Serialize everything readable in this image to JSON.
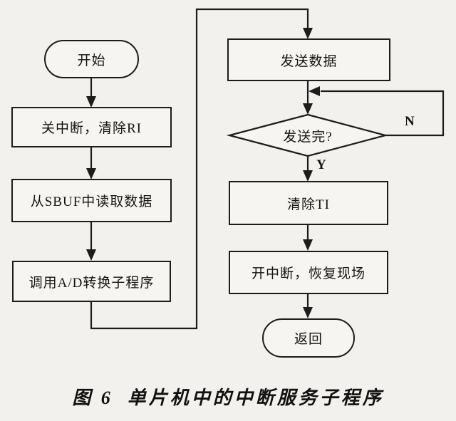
{
  "figure": {
    "caption_prefix": "图 6",
    "caption_title": "单片机中的中断服务子程序"
  },
  "nodes": {
    "start": {
      "label": "开始",
      "shape": "terminator"
    },
    "close_interrupt": {
      "label": "关中断，清除RI",
      "shape": "process"
    },
    "read_sbuf": {
      "label": "从SBUF中读取数据",
      "shape": "process"
    },
    "call_ad": {
      "label": "调用A/D转换子程序",
      "shape": "process"
    },
    "send_data": {
      "label": "发送数据",
      "shape": "process"
    },
    "send_done": {
      "label": "发送完?",
      "shape": "decision"
    },
    "clear_ti": {
      "label": "清除TI",
      "shape": "process"
    },
    "open_interrupt": {
      "label": "开中断，恢复现场",
      "shape": "process"
    },
    "return": {
      "label": "返回",
      "shape": "terminator"
    }
  },
  "edge_labels": {
    "no": "N",
    "yes": "Y"
  },
  "colors": {
    "background": "#f2f1ed",
    "line": "#1c1c1c",
    "node_fill": "#f6f5f1",
    "text": "#141414"
  }
}
